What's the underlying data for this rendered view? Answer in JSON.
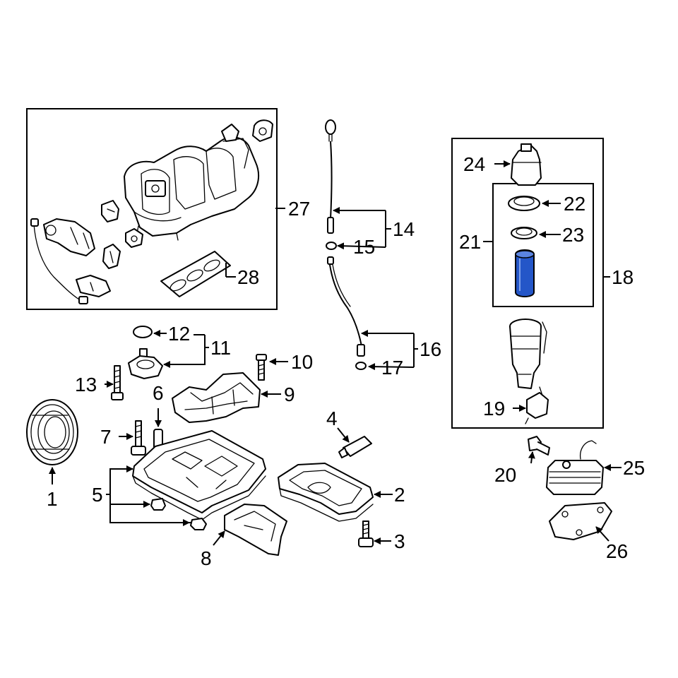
{
  "diagram": {
    "highlight_color": "#2456c8",
    "highlighted_part": "23-filter-element",
    "labels": {
      "n1": "1",
      "n2": "2",
      "n3": "3",
      "n4": "4",
      "n5": "5",
      "n6": "6",
      "n7": "7",
      "n8": "8",
      "n9": "9",
      "n10": "10",
      "n11": "11",
      "n12": "12",
      "n13": "13",
      "n14": "14",
      "n15": "15",
      "n16": "16",
      "n17": "17",
      "n18": "18",
      "n19": "19",
      "n20": "20",
      "n21": "21",
      "n22": "22",
      "n23": "23",
      "n24": "24",
      "n25": "25",
      "n26": "26",
      "n27": "27",
      "n28": "28"
    }
  }
}
